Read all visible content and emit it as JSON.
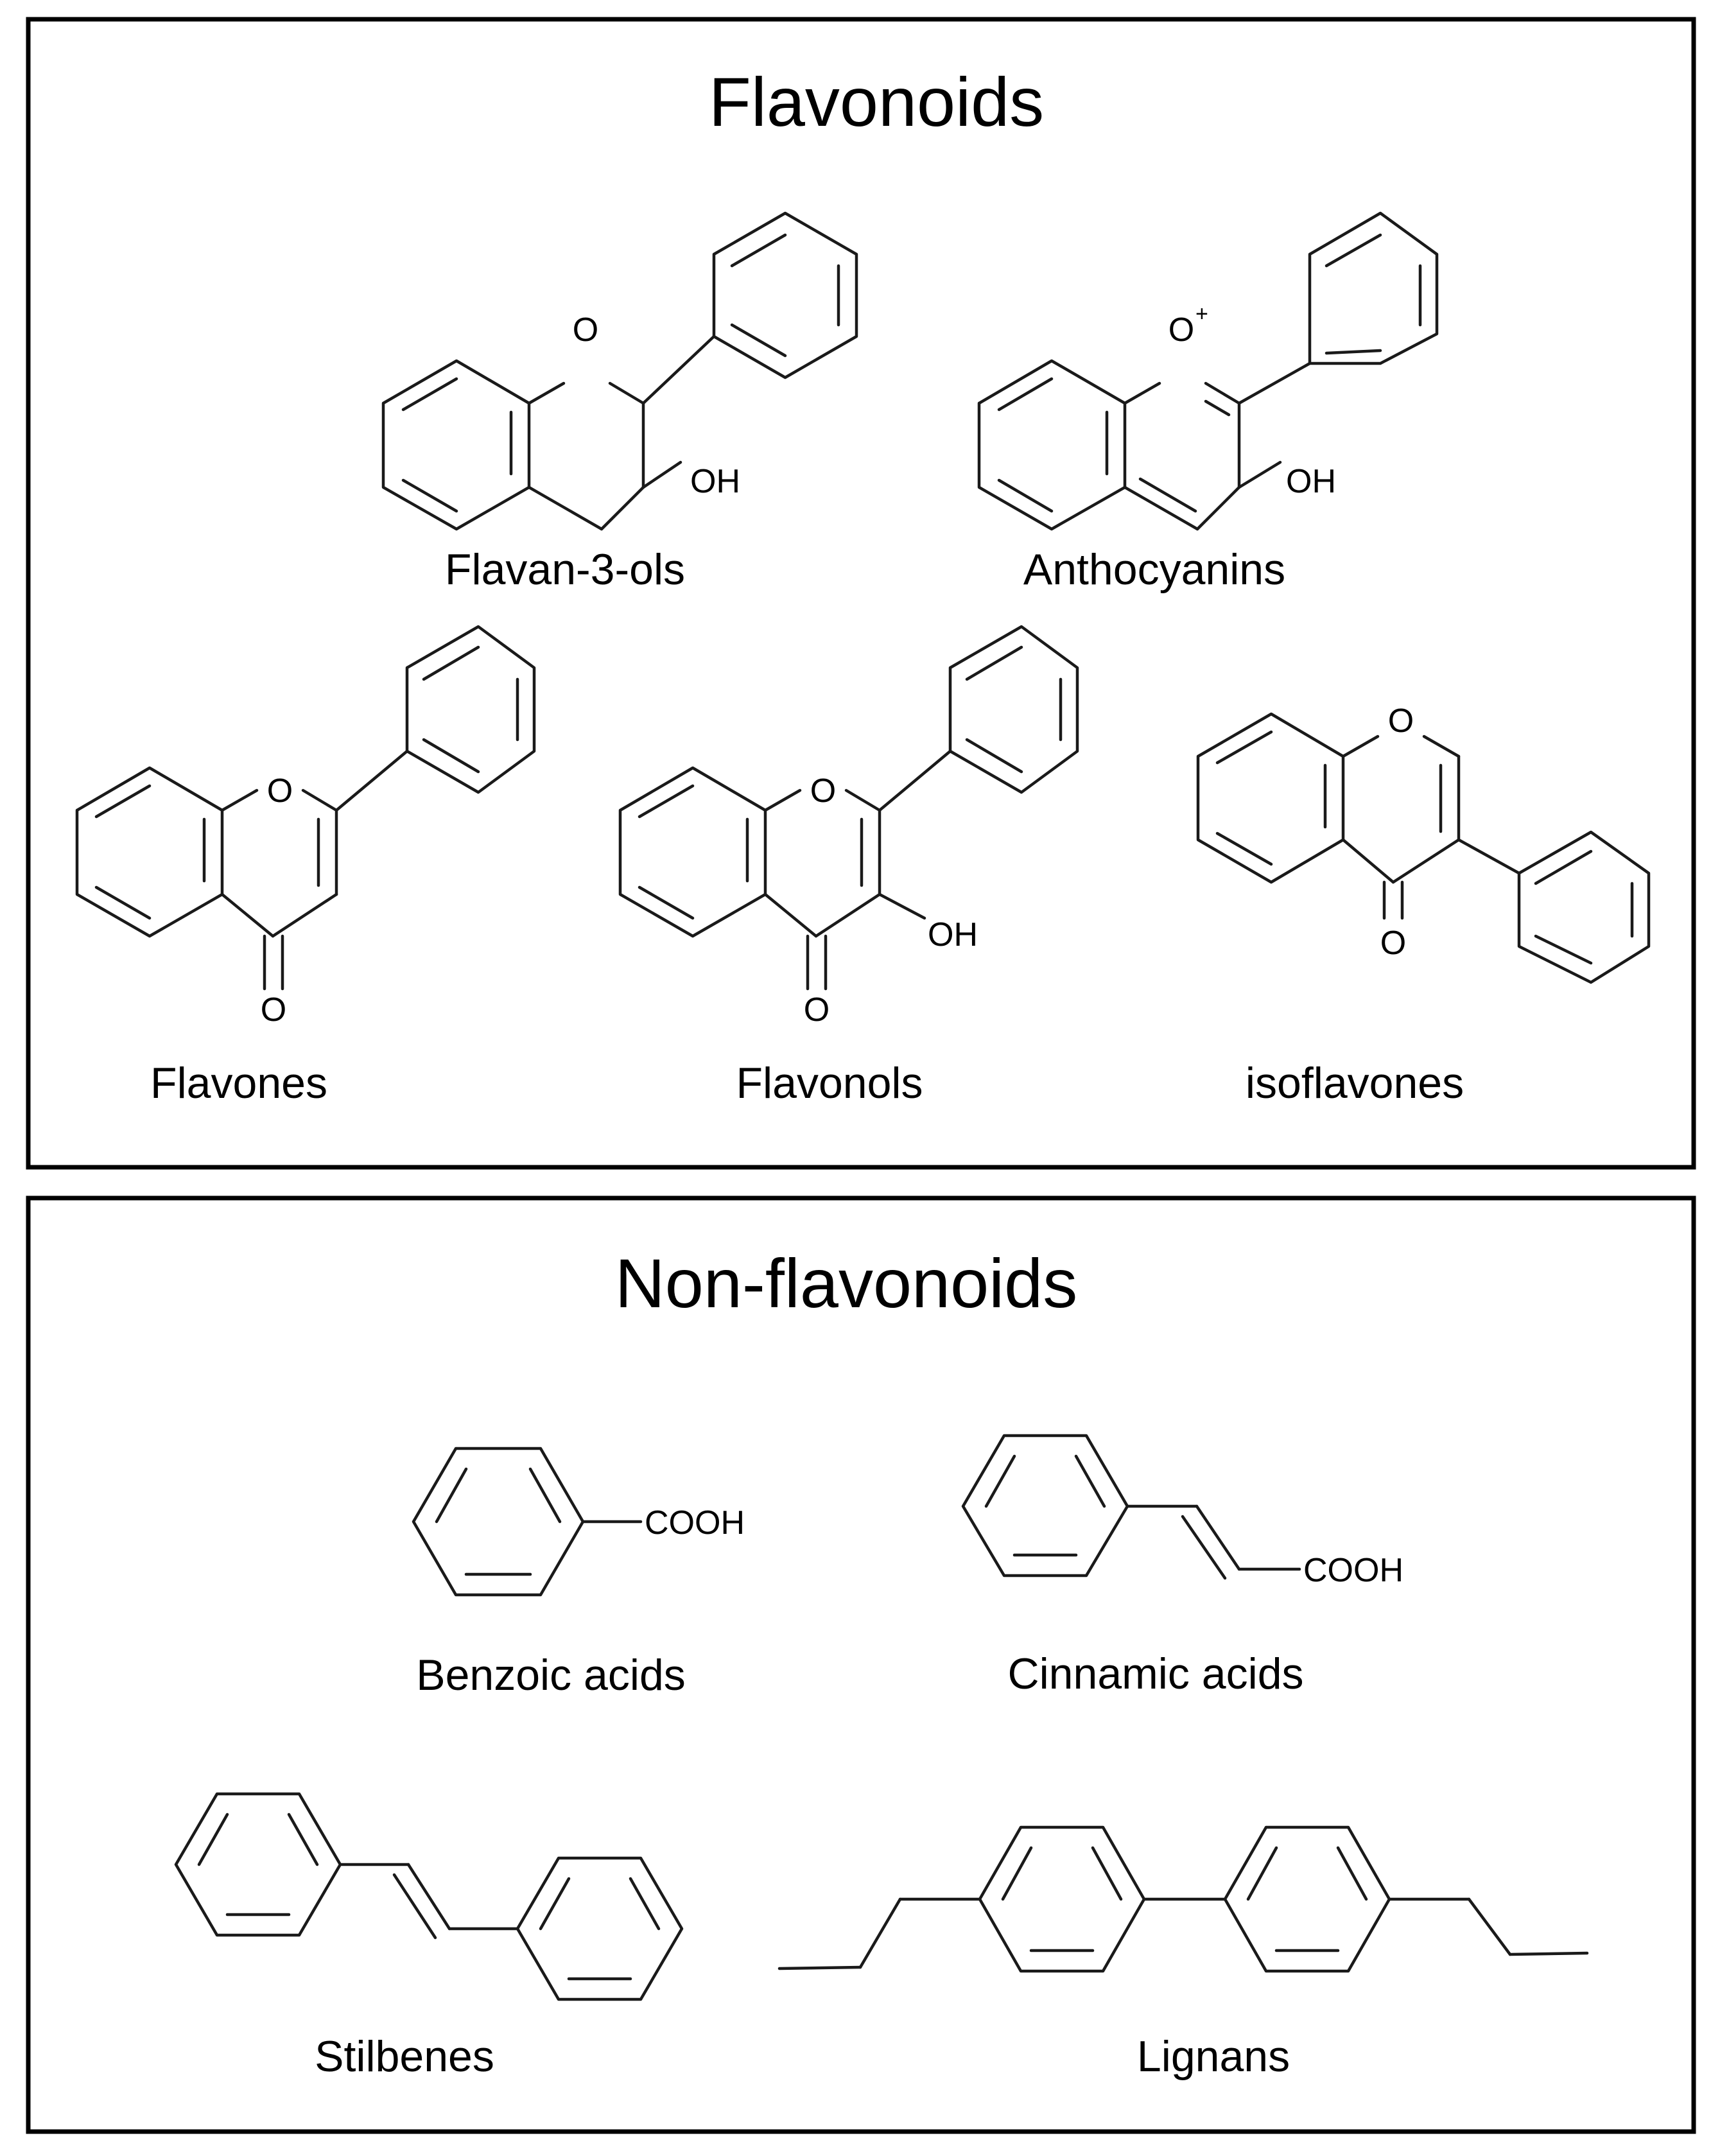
{
  "panels": [
    {
      "title": "Flavonoids",
      "compounds": [
        {
          "name": "Flavan-3-ols",
          "atoms": [
            "O",
            "OH"
          ]
        },
        {
          "name": "Anthocyanins",
          "atoms": [
            "O",
            "+",
            "OH"
          ]
        },
        {
          "name": "Flavones",
          "atoms": [
            "O",
            "O"
          ]
        },
        {
          "name": "Flavonols",
          "atoms": [
            "O",
            "OH",
            "O"
          ]
        },
        {
          "name": "isoflavones",
          "atoms": [
            "O",
            "O"
          ]
        }
      ]
    },
    {
      "title": "Non-flavonoids",
      "compounds": [
        {
          "name": "Benzoic acids",
          "atoms": [
            "COOH"
          ]
        },
        {
          "name": "Cinnamic acids",
          "atoms": [
            "COOH"
          ]
        },
        {
          "name": "Stilbenes",
          "atoms": []
        },
        {
          "name": "Lignans",
          "atoms": []
        }
      ]
    }
  ]
}
